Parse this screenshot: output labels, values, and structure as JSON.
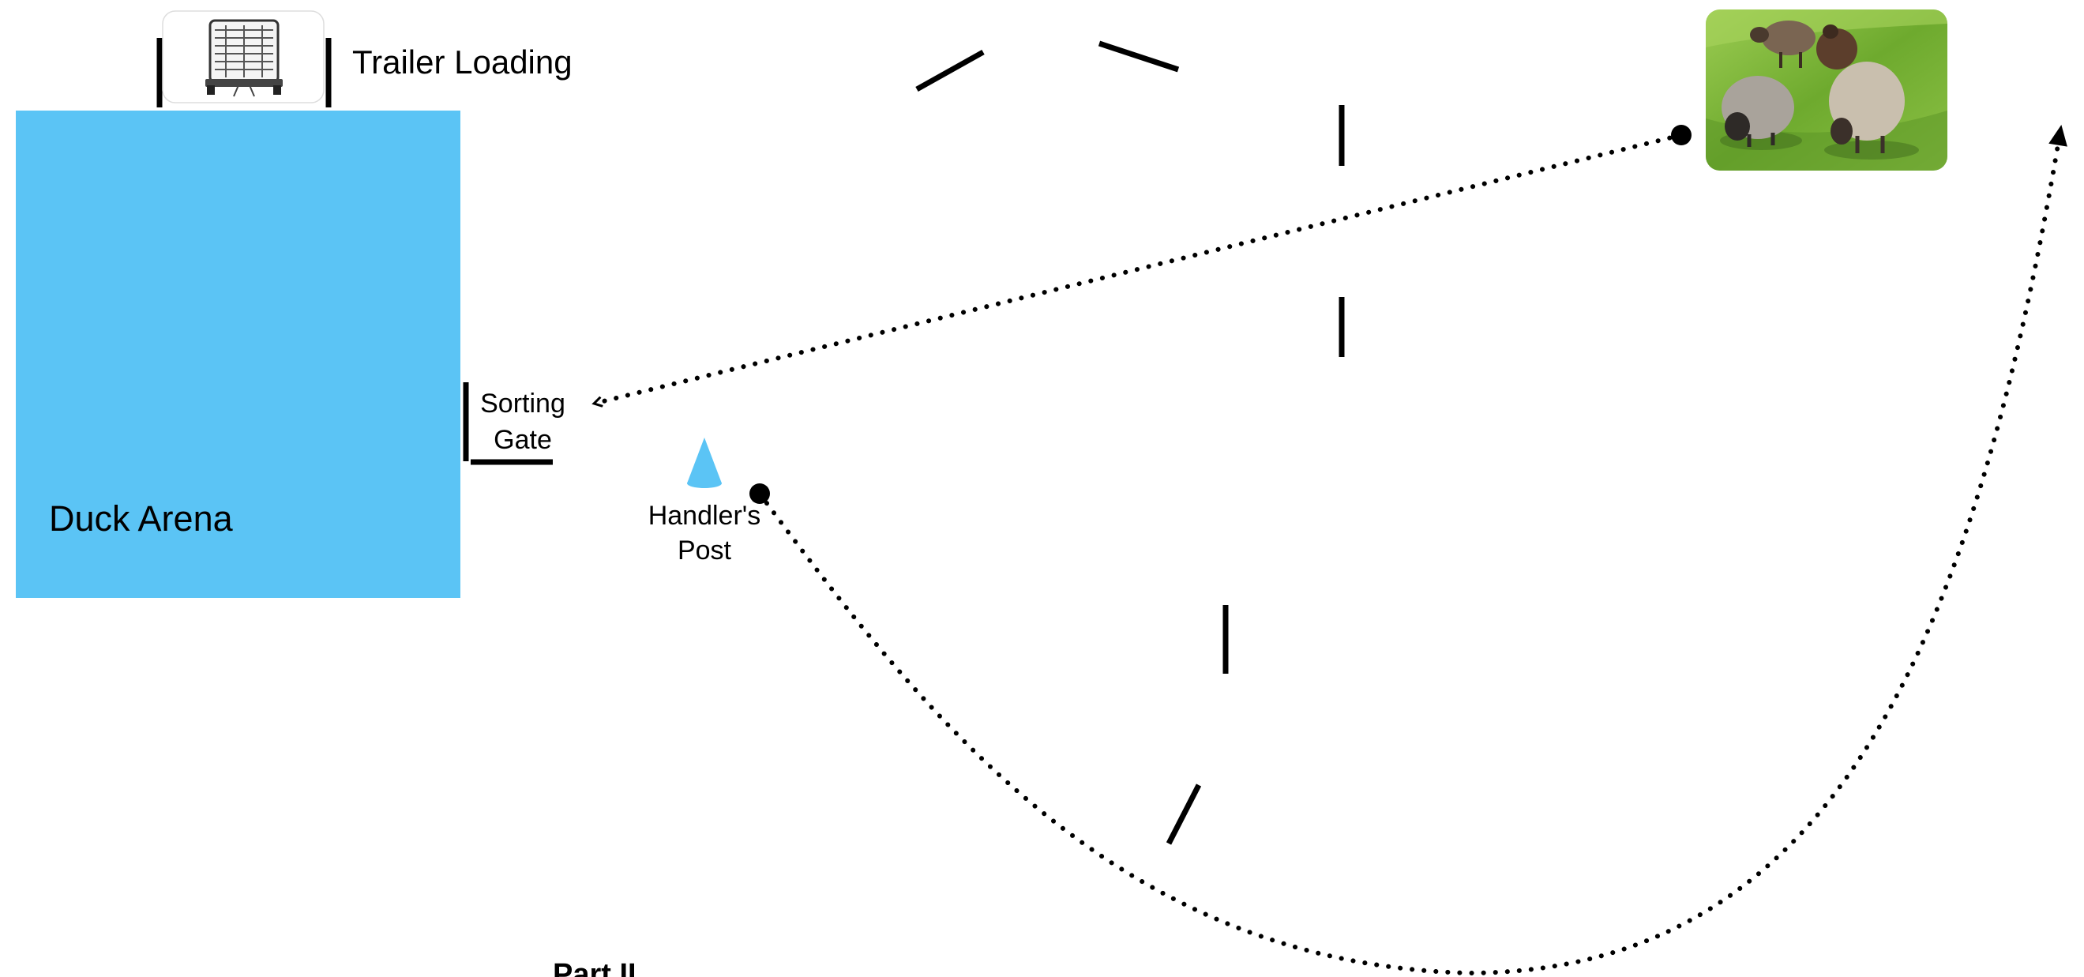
{
  "labels": {
    "trailer": "Trailer Loading",
    "arena": "Duck Arena",
    "sorting_gate_line1": "Sorting",
    "sorting_gate_line2": "Gate",
    "handler_line1": "Handler's",
    "handler_line2": "Post",
    "part": "Part II"
  },
  "icons": {
    "trailer": "horse-trailer-icon",
    "cone": "cone-icon",
    "sheep": "sheep-photo"
  },
  "colors": {
    "arena": "#5bc4f5",
    "cone": "#5bc4f5",
    "lines": "#000000",
    "grass": "#7fb83a"
  }
}
